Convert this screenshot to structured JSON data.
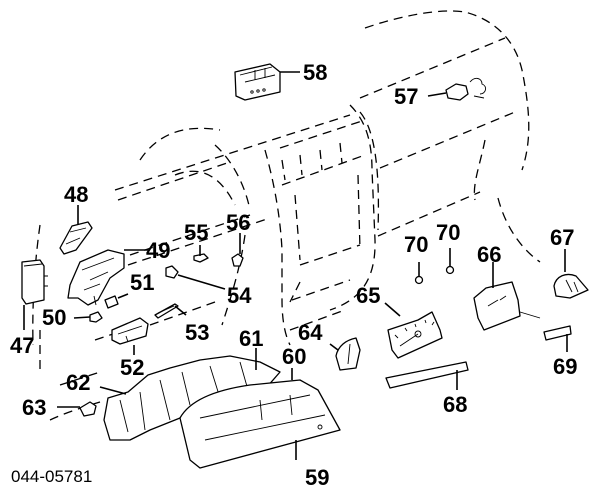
{
  "diagram": {
    "document_number": "044-05781",
    "callouts": [
      {
        "id": "47",
        "label": "47"
      },
      {
        "id": "48",
        "label": "48"
      },
      {
        "id": "49",
        "label": "49"
      },
      {
        "id": "50",
        "label": "50"
      },
      {
        "id": "51",
        "label": "51"
      },
      {
        "id": "52",
        "label": "52"
      },
      {
        "id": "53",
        "label": "53"
      },
      {
        "id": "54",
        "label": "54"
      },
      {
        "id": "55",
        "label": "55"
      },
      {
        "id": "56",
        "label": "56"
      },
      {
        "id": "57",
        "label": "57"
      },
      {
        "id": "58",
        "label": "58"
      },
      {
        "id": "59",
        "label": "59"
      },
      {
        "id": "60",
        "label": "60"
      },
      {
        "id": "61",
        "label": "61"
      },
      {
        "id": "62",
        "label": "62"
      },
      {
        "id": "63",
        "label": "63"
      },
      {
        "id": "64",
        "label": "64"
      },
      {
        "id": "65",
        "label": "65"
      },
      {
        "id": "66",
        "label": "66"
      },
      {
        "id": "67",
        "label": "67"
      },
      {
        "id": "68",
        "label": "68"
      },
      {
        "id": "69",
        "label": "69"
      },
      {
        "id": "70a",
        "label": "70"
      },
      {
        "id": "70b",
        "label": "70"
      }
    ]
  }
}
